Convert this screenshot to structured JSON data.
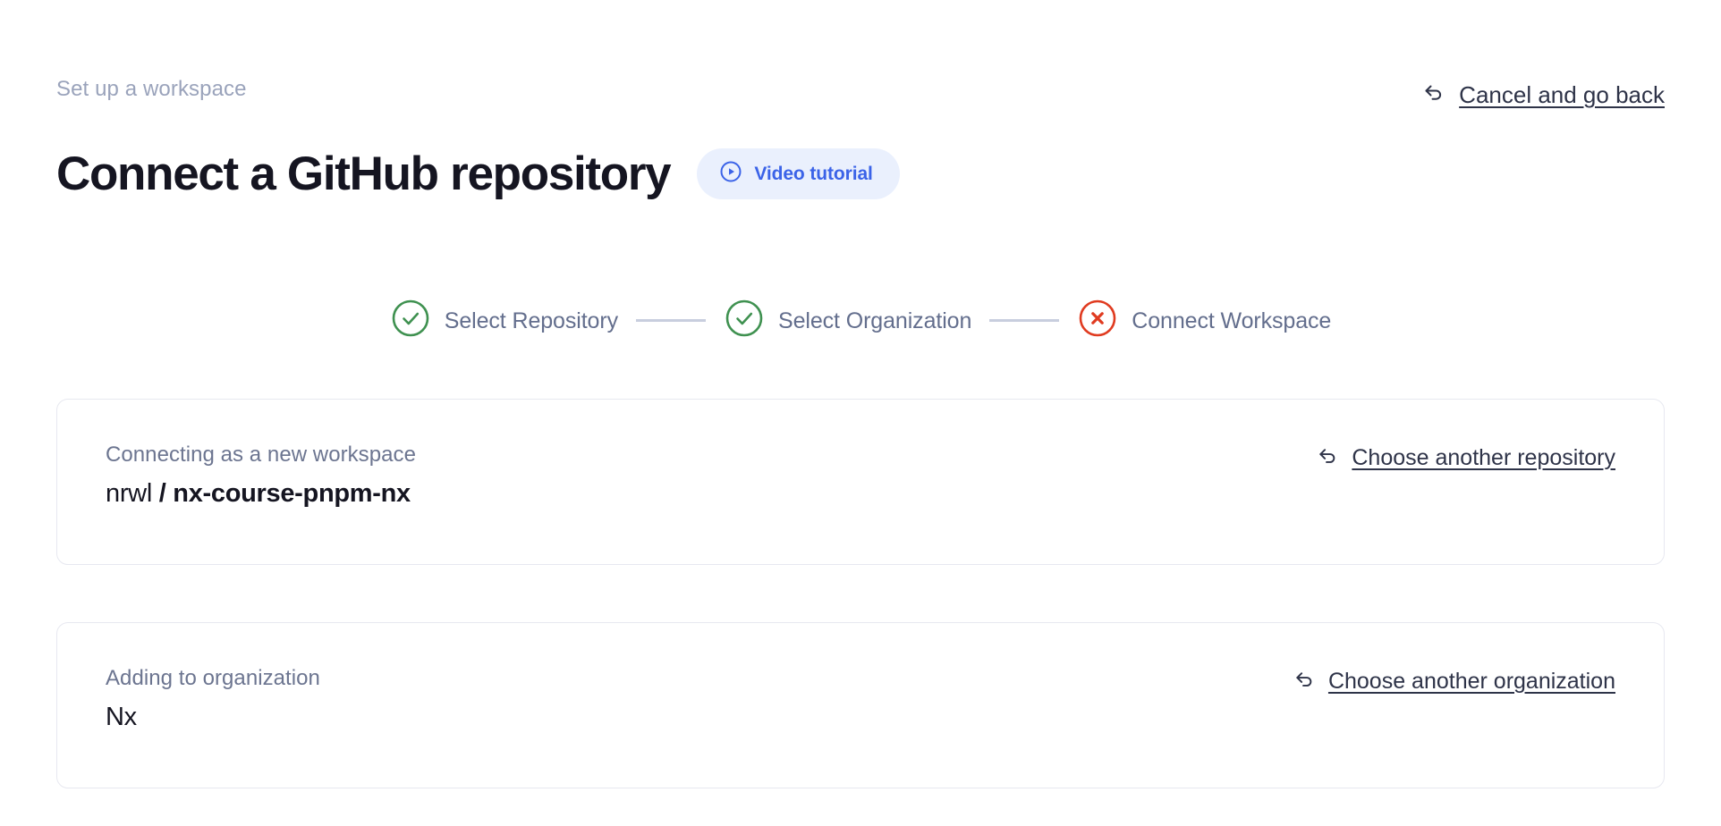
{
  "header": {
    "breadcrumb": "Set up a workspace",
    "title": "Connect a GitHub repository",
    "video_pill": {
      "label": "Video tutorial",
      "icon": "play-circle-icon",
      "bg_color": "#eaf0fd",
      "text_color": "#3b63e8"
    },
    "cancel_link": {
      "label": "Cancel and go back",
      "icon": "arrow-uturn-left-icon"
    }
  },
  "stepper": {
    "connector_color": "#c8cede",
    "steps": [
      {
        "label": "Select Repository",
        "state": "complete",
        "icon": "check-circle-icon",
        "color": "#3f9150"
      },
      {
        "label": "Select Organization",
        "state": "complete",
        "icon": "check-circle-icon",
        "color": "#3f9150"
      },
      {
        "label": "Connect Workspace",
        "state": "error",
        "icon": "x-circle-icon",
        "color": "#e03b20"
      }
    ]
  },
  "cards": [
    {
      "caption": "Connecting as a new workspace",
      "owner": "nrwl",
      "separator": "/",
      "repo": "nx-course-pnpm-nx",
      "link": {
        "label": "Choose another repository",
        "icon": "arrow-uturn-left-icon"
      }
    },
    {
      "caption": "Adding to organization",
      "value": "Nx",
      "link": {
        "label": "Choose another organization",
        "icon": "arrow-uturn-left-icon"
      }
    }
  ]
}
